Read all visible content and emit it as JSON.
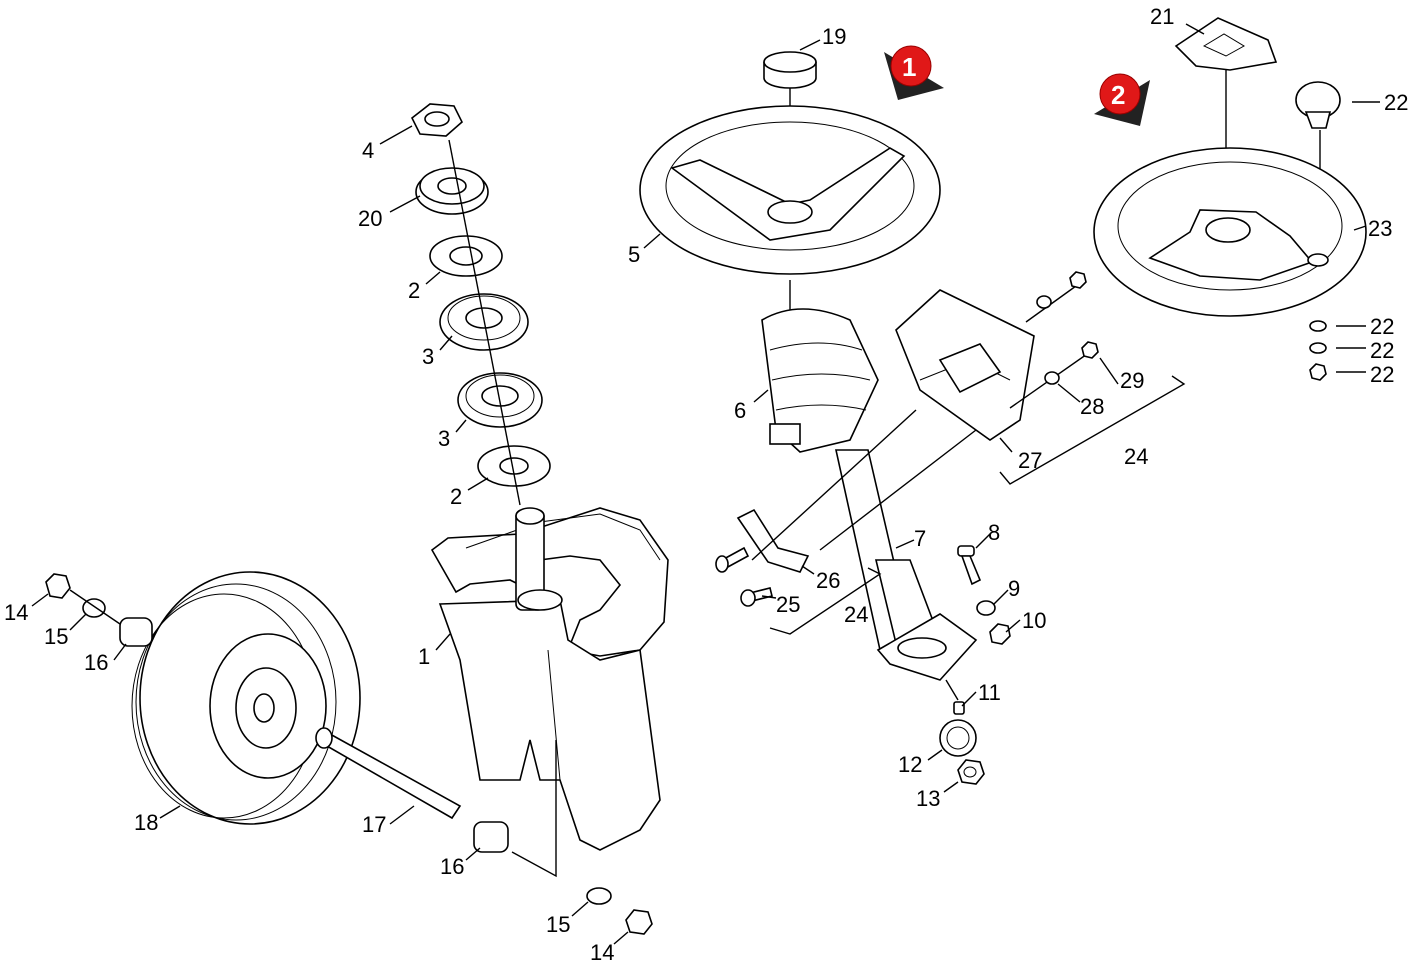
{
  "markers": [
    {
      "id": "marker-1",
      "number": "1",
      "color": "#e01818"
    },
    {
      "id": "marker-2",
      "number": "2",
      "color": "#e01818"
    }
  ],
  "labels": {
    "l1": "1",
    "l2a": "2",
    "l2b": "2",
    "l3a": "3",
    "l3b": "3",
    "l4": "4",
    "l5": "5",
    "l6": "6",
    "l7": "7",
    "l8": "8",
    "l9": "9",
    "l10": "10",
    "l11": "11",
    "l12": "12",
    "l13": "13",
    "l14a": "14",
    "l14b": "14",
    "l15a": "15",
    "l15b": "15",
    "l16a": "16",
    "l16b": "16",
    "l17": "17",
    "l18": "18",
    "l19": "19",
    "l20": "20",
    "l21": "21",
    "l22a": "22",
    "l22b": "22",
    "l22c": "22",
    "l22d": "22",
    "l23": "23",
    "l24a": "24",
    "l24b": "24",
    "l25": "25",
    "l26": "26",
    "l27": "27",
    "l28": "28",
    "l29": "29"
  },
  "colors": {
    "line": "#000000",
    "marker": "#e01818",
    "shade": "#e6e6e6"
  }
}
